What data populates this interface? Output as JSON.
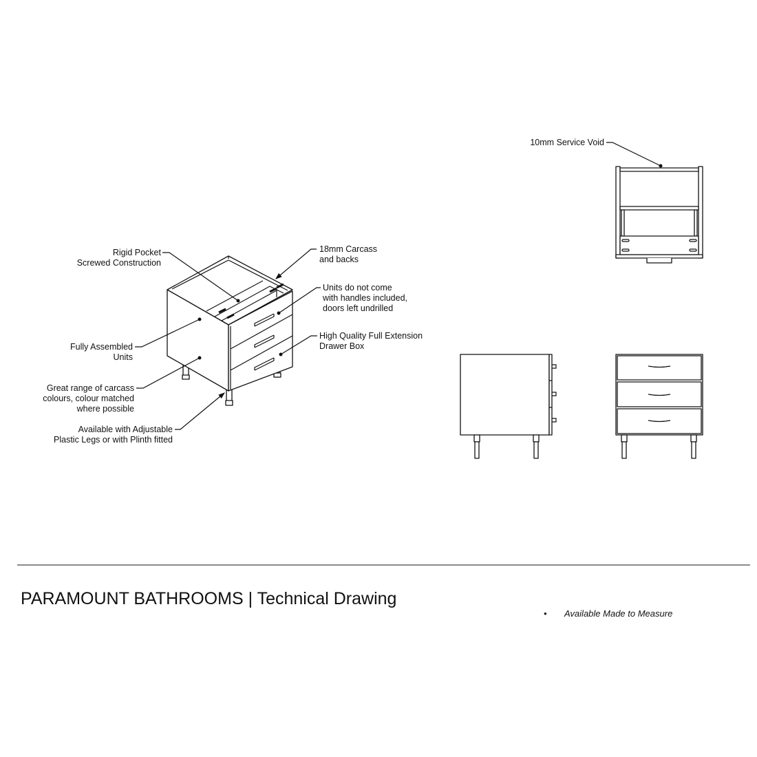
{
  "callouts": {
    "rigid_pocket": [
      "Rigid Pocket",
      "Screwed Construction"
    ],
    "carcass": [
      "18mm Carcass",
      "and backs"
    ],
    "handles": [
      "Units do not come",
      "with handles included,",
      "doors left undrilled"
    ],
    "drawer_box": [
      "High Quality Full Extension",
      "Drawer Box"
    ],
    "assembled": [
      "Fully Assembled",
      "Units"
    ],
    "colours": [
      "Great range of carcass",
      "colours, colour matched",
      "where possible"
    ],
    "legs": [
      "Available with Adjustable",
      "Plastic Legs or with Plinth fitted"
    ],
    "service_void": "10mm Service Void"
  },
  "footer": {
    "title": "PARAMOUNT BATHROOMS | Technical Drawing",
    "bullet": "•",
    "note": "Available Made to Measure"
  }
}
